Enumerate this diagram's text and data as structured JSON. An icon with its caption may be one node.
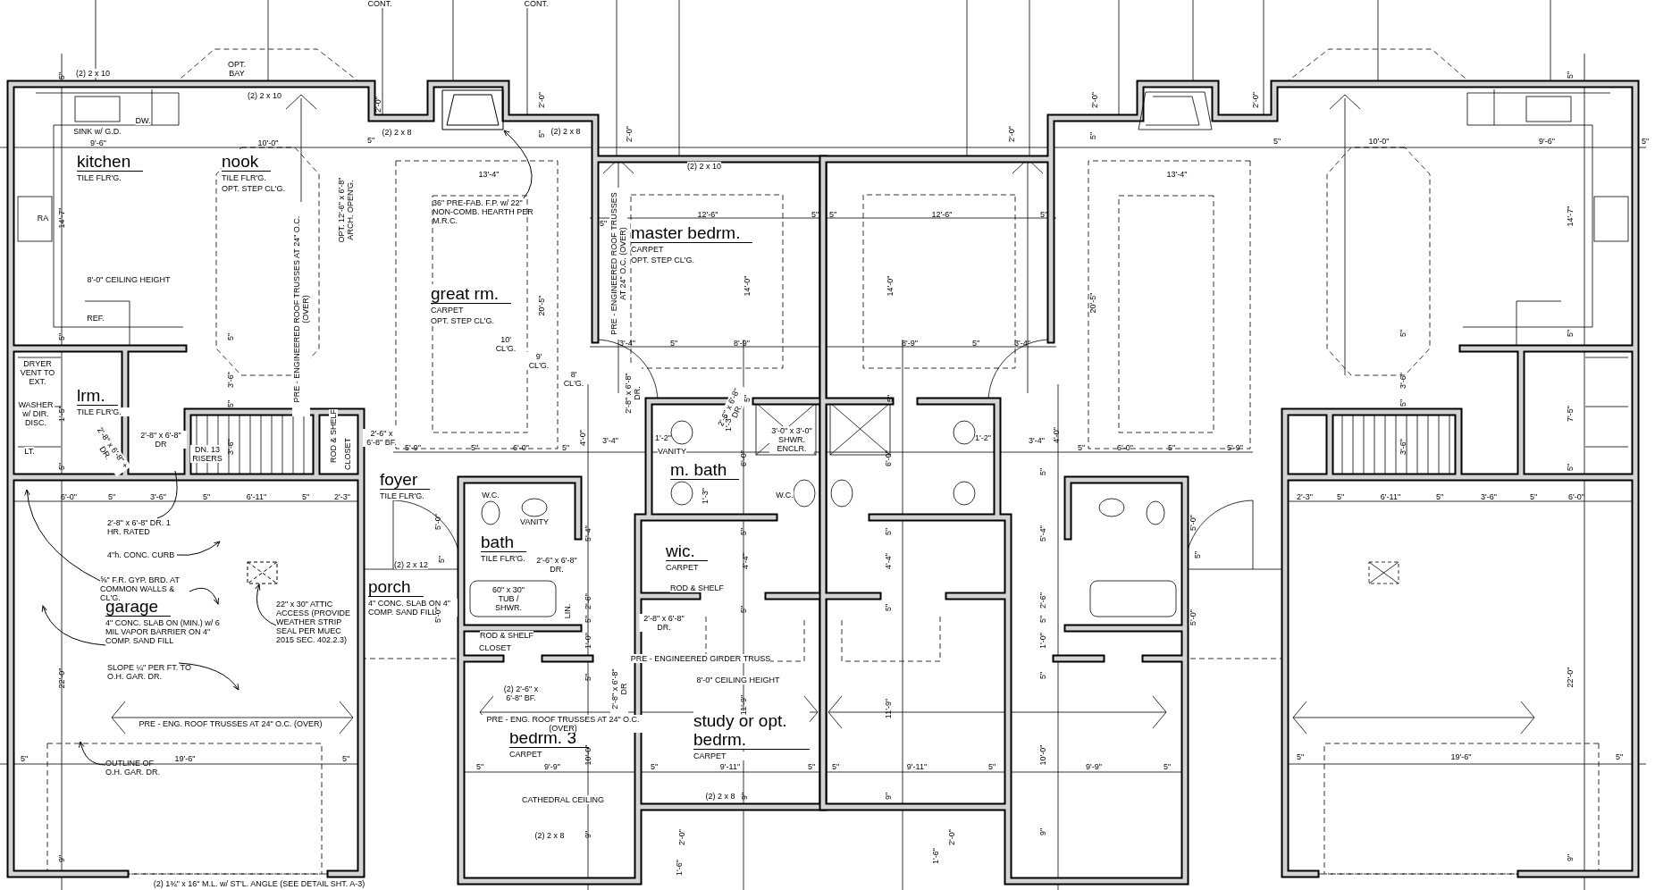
{
  "diagram": {
    "nodes": [
      {
        "text": [
          "kitchen",
          "TILE FLR'G."
        ]
      },
      {
        "text": [
          "nook",
          "TILE FLR'G.",
          "OPT. STEP CL'G."
        ]
      },
      {
        "text": [
          "great rm.",
          "CARPET",
          "OPT. STEP CL'G."
        ]
      },
      {
        "text": [
          "master bedrm.",
          "CARPET",
          "OPT. STEP CL'G."
        ]
      },
      {
        "text": [
          "lrm.",
          "TILE FLR'G."
        ]
      },
      {
        "text": [
          "foyer",
          "TILE FLR'G."
        ]
      },
      {
        "text": [
          "bath",
          "TILE FLR'G."
        ]
      },
      {
        "text": [
          "m. bath"
        ]
      },
      {
        "text": [
          "wic.",
          "CARPET"
        ]
      },
      {
        "text": [
          "porch",
          "4\" CONC. SLAB ON 4\" COMP. SAND FILL"
        ]
      },
      {
        "text": [
          "garage",
          "4\" CONC. SLAB ON (MIN.) w/ 6 MIL VAPOR BARRIER ON 4\" COMP. SAND FILL"
        ]
      },
      {
        "text": [
          "bedrm. 3",
          "CARPET"
        ]
      },
      {
        "text": [
          "study or opt. bedrm.",
          "CARPET"
        ]
      },
      {
        "text": [
          "36\" PRE-FAB. F.P. w/ 22\" NON-COMB. HEARTH PER M.R.C."
        ]
      },
      {
        "text": [],
        "shape": "box"
      },
      {
        "text": [
          "⅝\" F.R. GYP. BRD. AT COMMON WALLS & CL'G."
        ]
      },
      {
        "text": [
          "4\"h. CONC. CURB"
        ]
      },
      {
        "text": [
          "SLOPE ¼\" PER FT. TO O.H. GAR. DR."
        ]
      },
      {
        "text": [
          "22\" x 30\" ATTIC ACCESS (PROVIDE WEATHER STRIP SEAL PER MUEC 2015 SEC. 402.2.3)"
        ]
      },
      {
        "text": [],
        "shape": "box"
      },
      {
        "text": [
          "OUTLINE OF O.H. GAR. DR."
        ]
      },
      {
        "text": [
          "2'-8\" x 6'-8\" DR. 1 HR. RATED"
        ]
      }
    ],
    "edges": [
      {
        "from": 13,
        "to": 14,
        "arrow": "to"
      },
      {
        "from": 15,
        "to": null,
        "arrow": "to"
      },
      {
        "from": 15,
        "to": null,
        "arrow": "to"
      },
      {
        "from": 10,
        "to": null,
        "arrow": "to"
      },
      {
        "from": 16,
        "to": null,
        "arrow": "to"
      },
      {
        "from": 17,
        "to": null,
        "arrow": "to"
      },
      {
        "from": 18,
        "to": 19,
        "arrow": "to"
      },
      {
        "from": 20,
        "to": null,
        "arrow": "to"
      },
      {
        "from": 21,
        "to": null,
        "arrow": "none"
      }
    ],
    "labels": [
      "CONT.",
      "CONT.",
      "5\"",
      "(2) 2 x 10",
      "OPT. BAY",
      "5\"",
      "(2) 2 x 10",
      "2'-0\"",
      "2'-0\"",
      "2'-0\"",
      "2'-0\"",
      "SINK w/ G.D.",
      "DW.",
      "(2) 2 x 8",
      "5\"",
      "(2) 2 x 8",
      "2'-0\"",
      "2'-0\"",
      "5\"",
      "9'-6\"",
      "10'-0\"",
      "5\"",
      "5\"",
      "10'-0\"",
      "9'-6\"",
      "5\"",
      "13'-4\"",
      "(2) 2 x 10",
      "13'-4\"",
      "RA",
      "14'-7\"",
      "PRE - ENGINEERED ROOF TRUSSES AT 24\" O.C. (OVER)",
      "OPT. 12'-6\" x 6'-8\" ARCH. OPEN'G.",
      "5\"",
      "12'-6\"",
      "5\"",
      "5\"",
      "12'-6\"",
      "5\"",
      "14'-7\"",
      "8'-0\" CEILING HEIGHT",
      "20'-5\"",
      "PRE - ENGINEERED ROOF TRUSSES AT 24\" O.C. (OVER)",
      "14'-0\"",
      "14'-0\"",
      "20'-5\"",
      "REF.",
      "10' CL'G.",
      "9' CL'G.",
      "8' CL'G.",
      "5\"",
      "5\"",
      "3'-4\"",
      "5\"",
      "8'-9\"",
      "8'-9\"",
      "5\"",
      "3'-4\"",
      "5\"",
      "5\"",
      "DRYER VENT TO EXT.",
      "3'-6\"",
      "5\"",
      "2'-8\" x 6'-8\" DR.",
      "2'-6\" x 6'-8\" DR.",
      "5\"",
      "5\"",
      "3'-6\"",
      "5\"",
      "WASHER w/ DIR. DISC.",
      "1'-5\"",
      "7'-5\"",
      "LT.",
      "2'-8\" x 6'-8\" + DR.",
      "2'-8\" x 6'-8\" DR",
      "DN. 13 RISERS",
      "3'-6\"",
      "ROD & SHELF",
      "CLOSET",
      "2'-6\" x 6'-8\" BF.",
      "5'-9\"",
      "5\"",
      "6'-0\"",
      "5\"",
      "4'-0\"",
      "3'-4\"",
      "1'-2\"",
      "VANITY",
      "1'-3\"",
      "6'-0\"",
      "3'-0\" x 3'-0\" SHWR. ENCLR.",
      "6'-0\"",
      "1'-2\"",
      "3'-4\"",
      "4'-0\"",
      "5\"",
      "6'-0\"",
      "5\"",
      "5'-9\"",
      "3'-6\"",
      "5\"",
      "5\"",
      "5\"",
      "6'-0\"",
      "5\"",
      "3'-6\"",
      "5\"",
      "6'-11\"",
      "5\"",
      "2'-3\"",
      "W.C.",
      "1'-3\"",
      "W.C.",
      "2'-3\"",
      "5\"",
      "6'-11\"",
      "5\"",
      "3'-6\"",
      "5\"",
      "6'-0\"",
      "5'-0\"",
      "VANITY",
      "5'-4\"",
      "5\"",
      "5\"",
      "5'-4\"",
      "5'-0\"",
      "(2) 2 x 12",
      "5\"",
      "2'-6\" x 6'-8\" DR.",
      "4'-4\"",
      "4'-4\"",
      "5\"",
      "ROD & SHELF",
      "5'-0\"",
      "60\" x 30\" TUB / SHWR.",
      "LIN.",
      "2'-6\"",
      "5\"",
      "2'-8\" x 6'-8\" DR.",
      "5\"",
      "5\"",
      "2'-6\"",
      "5\"",
      "5'-0\"",
      "ROD & SHELF",
      "1'-0\"",
      "1'-0\"",
      "CLOSET",
      "PRE - ENGINEERED GIRDER TRUSS",
      "22'-0\"",
      "(2) 2'-6\" x 6'-8\" BF.",
      "5\"",
      "2'-8\" x 6'-8\" DR",
      "8'-0\" CEILING HEIGHT",
      "11'-9\"",
      "11'-9\"",
      "5\"",
      "22'-0\"",
      "PRE - ENG. ROOF TRUSSES AT 24\" O.C. (OVER)",
      "PRE - ENG. ROOF TRUSSES AT 24\" O.C. (OVER)",
      "5\"",
      "19'-6\"",
      "5\"",
      "5\"",
      "9'-9\"",
      "10'-0\"",
      "5\"",
      "9'-11\"",
      "5\"",
      "5\"",
      "9'-11\"",
      "5\"",
      "10'-0\"",
      "9'-9\"",
      "5\"",
      "5\"",
      "19'-6\"",
      "5\"",
      "CATHEDRAL CEILING",
      "(2) 2 x 8",
      "9\"",
      "9\"",
      "(2) 2 x 8",
      "9\"",
      "2'-0\"",
      "2'-0\"",
      "9\"",
      "9\"",
      "1'-6\"",
      "1'-6\"",
      "9\"",
      "(2) 1¾\" x 16\" M.L. w/ ST'L. ANGLE (SEE DETAIL SHT. A-3)"
    ]
  }
}
